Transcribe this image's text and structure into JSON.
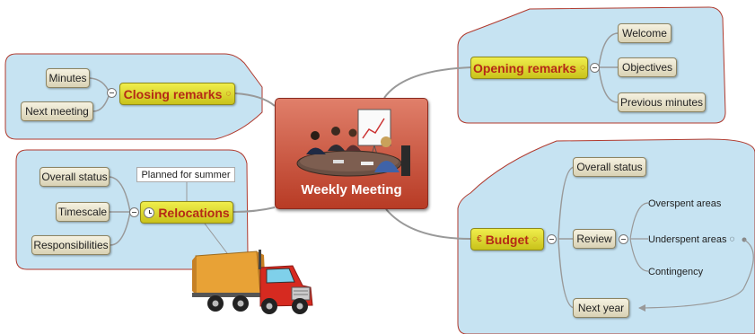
{
  "central": {
    "title": "Weekly Meeting"
  },
  "topics": {
    "opening": {
      "label": "Opening remarks",
      "children": [
        "Welcome",
        "Objectives",
        "Previous minutes"
      ]
    },
    "closing": {
      "label": "Closing remarks",
      "children": [
        "Minutes",
        "Next meeting"
      ]
    },
    "relocations": {
      "label": "Relocations",
      "callout": "Planned for summer",
      "children": [
        "Overall status",
        "Timescale",
        "Responsibilities"
      ]
    },
    "budget": {
      "label": "Budget",
      "children": [
        "Overall status",
        "Review",
        "Next year"
      ],
      "review_children": [
        "Overspent areas",
        "Underspent areas",
        "Contingency"
      ]
    }
  },
  "colors": {
    "boundary_fill": "#c6e3f2",
    "boundary_stroke": "#b03a2e",
    "central_fill": "#c9523b",
    "main_topic_fill": "#e3df32",
    "main_topic_text": "#b52a16",
    "subtopic_fill": "#e8e2c8"
  },
  "icons": [
    "attachment-icon",
    "clock-icon",
    "money-icon",
    "truck-image",
    "meeting-clipart"
  ]
}
